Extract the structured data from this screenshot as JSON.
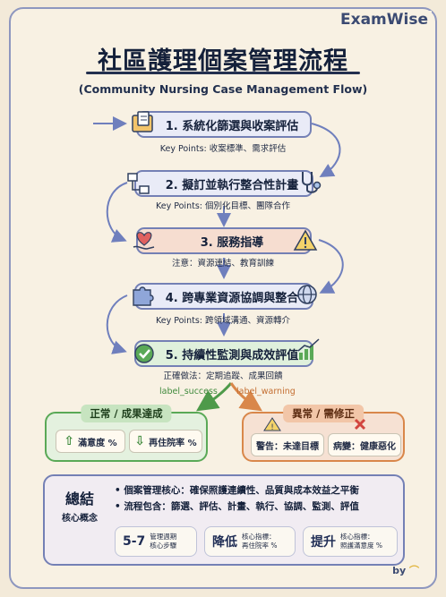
{
  "brand": "ExamWise",
  "title": "社區護理個案管理流程",
  "subtitle": "(Community Nursing Case Management Flow)",
  "steps": [
    {
      "label": "1. 系統化篩選與收案評估",
      "note": "Key Points: 收案標準、需求評估",
      "icon": "folder-clipboard-icon"
    },
    {
      "label": "2. 擬訂並執行整合性計畫",
      "note": "Key Points: 個別化目標、團隊合作",
      "icon": "stethoscope-flowchart-icon"
    },
    {
      "label": "3. 服務指導",
      "note": "注意：資源連結、教育訓練",
      "icon": "heart-hand-icon"
    },
    {
      "label": "4. 跨專業資源協調與整合",
      "note": "Key Points: 跨領域溝通、資源轉介",
      "icon": "network-globe-icon"
    },
    {
      "label": "5. 持續性監測與成效評值",
      "note": "正確做法：定期追蹤、成果回饋",
      "icon": "check-chart-icon"
    }
  ],
  "branches": {
    "success_label": "label_success",
    "warning_label": "label_warning",
    "normal": {
      "title": "正常 / 成果達成",
      "items": [
        "滿意度 %",
        "再住院率 %"
      ]
    },
    "abnormal": {
      "title": "異常 / 需修正",
      "items": [
        "警告：未達目標",
        "病變：健康惡化"
      ]
    }
  },
  "summary": {
    "key_title": "總結",
    "key_sub": "核心概念",
    "bullets": [
      "個案管理核心：確保照護連續性、品質與成本效益之平衡",
      "流程包含：篩選、評估、計畫、執行、協調、監測、評值"
    ],
    "metrics": [
      {
        "big": "5-7",
        "small1": "管理週期",
        "small2": "核心步驟"
      },
      {
        "big": "降低",
        "small1": "核心指標：",
        "small2": "再住院率 %"
      },
      {
        "big": "提升",
        "small1": "核心指標：",
        "small2": "照護滿意度 %"
      }
    ]
  },
  "footer_by": "by",
  "colors": {
    "step_fill": "#e9ebf7",
    "step3_fill": "#f6ddd0",
    "step5_fill": "#dff0dc",
    "success_green": "#4e9a4a",
    "warning_orange": "#d9874a",
    "flow_blue": "#6f7fbd"
  }
}
